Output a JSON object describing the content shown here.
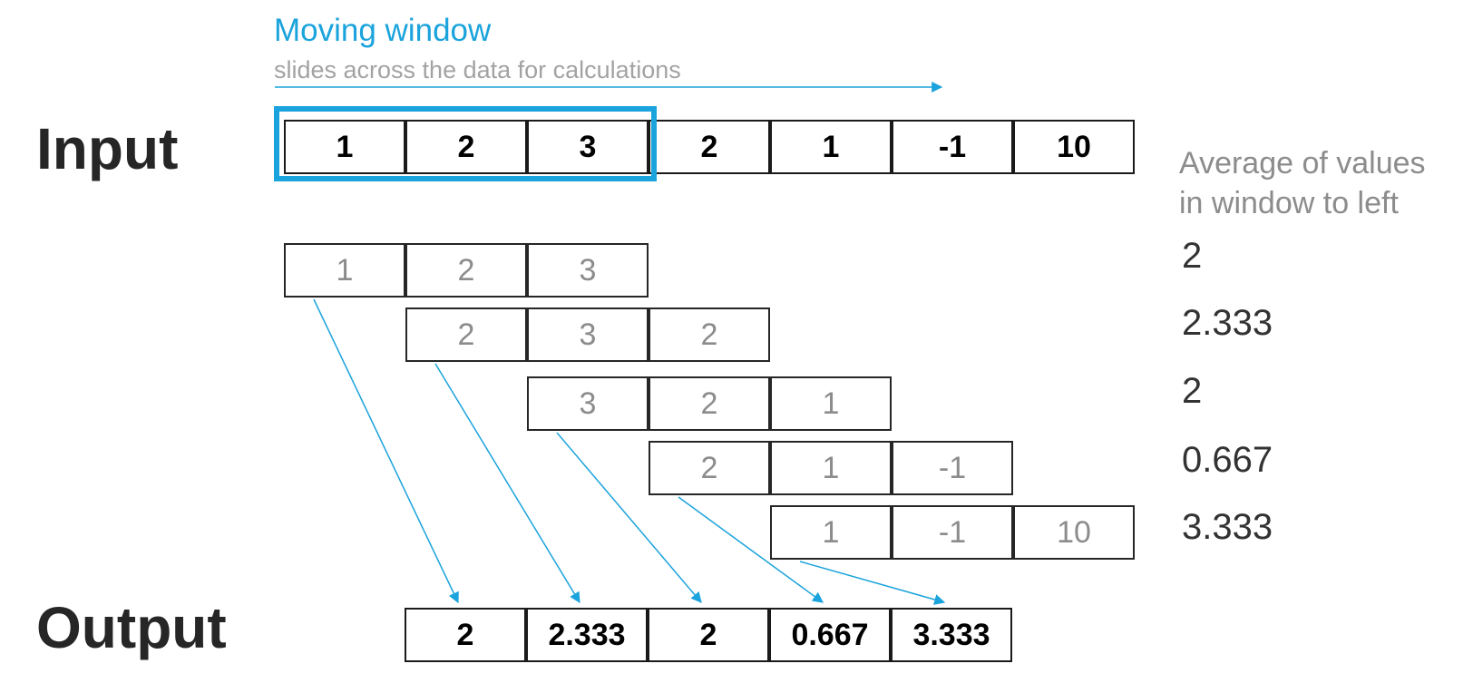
{
  "header": {
    "title": "Moving window",
    "subtitle": "slides across the data for calculations"
  },
  "labels": {
    "input": "Input",
    "output": "Output",
    "average_line1": "Average of values",
    "average_line2": "in window to left"
  },
  "input_values": [
    "1",
    "2",
    "3",
    "2",
    "1",
    "-1",
    "10"
  ],
  "windows": [
    [
      "1",
      "2",
      "3"
    ],
    [
      "2",
      "3",
      "2"
    ],
    [
      "3",
      "2",
      "1"
    ],
    [
      "2",
      "1",
      "-1"
    ],
    [
      "1",
      "-1",
      "10"
    ]
  ],
  "averages": [
    "2",
    "2.333",
    "2",
    "0.667",
    "3.333"
  ],
  "output_values": [
    "2",
    "2.333",
    "2",
    "0.667",
    "3.333"
  ],
  "colors": {
    "accent": "#1aa3dc",
    "window_text": "#8c8c8c",
    "label_text": "#262626"
  }
}
